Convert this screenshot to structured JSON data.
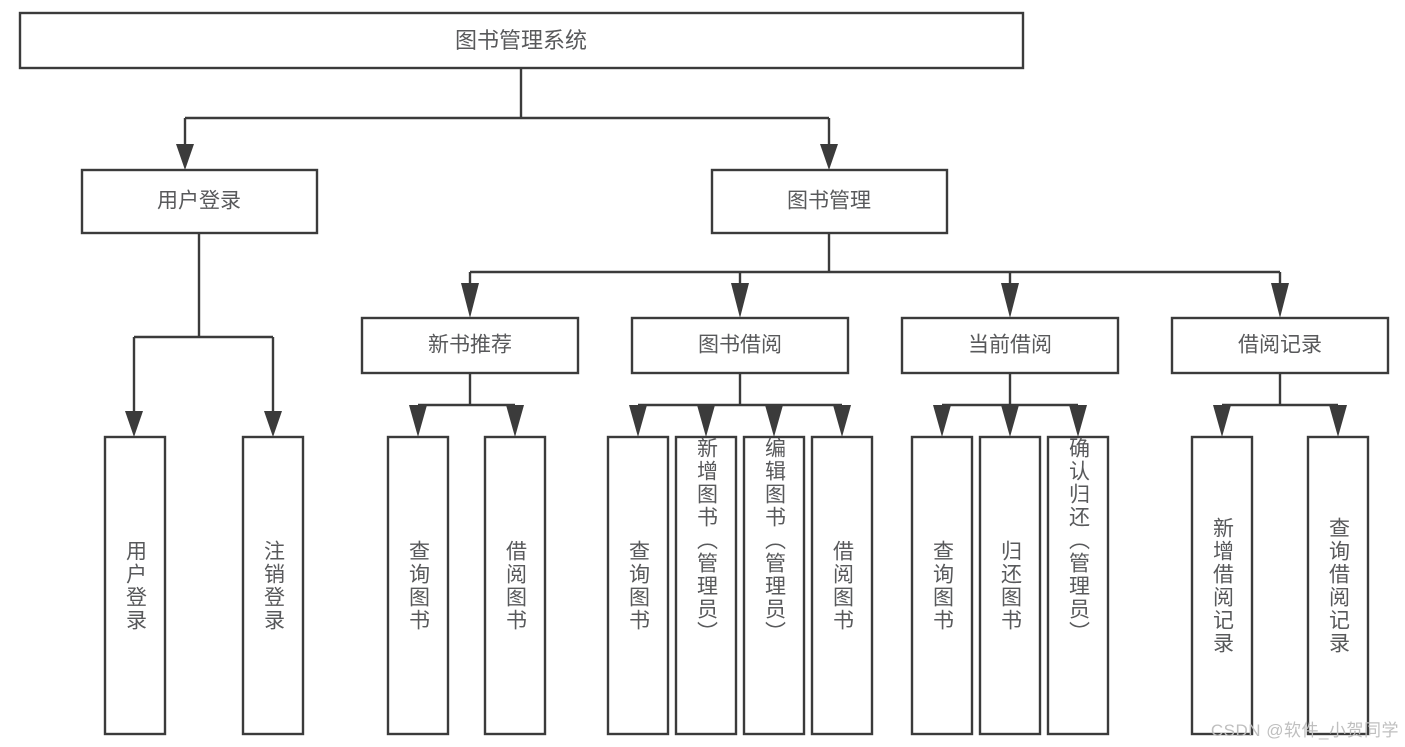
{
  "diagram": {
    "title": "图书管理系统",
    "type": "tree-hierarchy-diagram",
    "root": {
      "label": "图书管理系统"
    },
    "level1": [
      {
        "label": "用户登录"
      },
      {
        "label": "图书管理"
      }
    ],
    "level2": [
      {
        "label": "新书推荐"
      },
      {
        "label": "图书借阅"
      },
      {
        "label": "当前借阅"
      },
      {
        "label": "借阅记录"
      }
    ],
    "leaves": {
      "user_login": [
        {
          "label": "用户登录"
        },
        {
          "label": "注销登录"
        }
      ],
      "new_book_recommend": [
        {
          "label": "查询图书"
        },
        {
          "label": "借阅图书"
        }
      ],
      "book_borrow": [
        {
          "label": "查询图书"
        },
        {
          "label": "新增图书（管理员）"
        },
        {
          "label": "编辑图书（管理员）"
        },
        {
          "label": "借阅图书"
        }
      ],
      "current_borrow": [
        {
          "label": "查询图书"
        },
        {
          "label": "归还图书"
        },
        {
          "label": "确认归还（管理员）"
        }
      ],
      "borrow_record": [
        {
          "label": "新增借阅记录"
        },
        {
          "label": "查询借阅记录"
        }
      ]
    }
  },
  "watermark": {
    "text": "CSDN @软件_小贺同学"
  },
  "colors": {
    "stroke": "#3b3b3b",
    "text": "#58595b",
    "background": "#ffffff",
    "watermark": "#bfbfbf"
  }
}
